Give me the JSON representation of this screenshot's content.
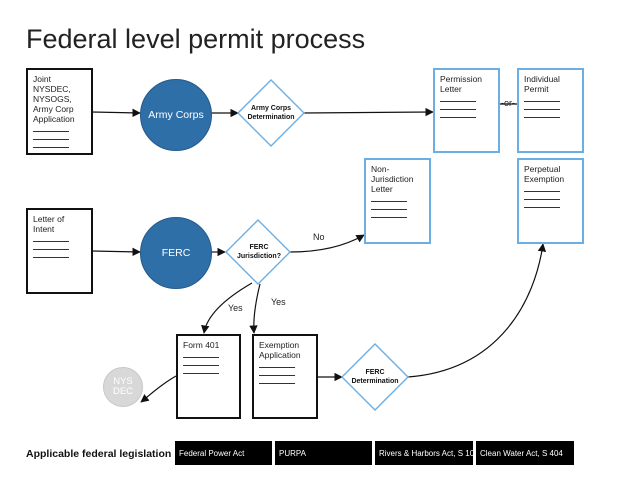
{
  "title": "Federal level permit process",
  "documents": {
    "joint_application": {
      "label": "Joint NYSDEC, NYSOGS, Army Corp Application",
      "rules": 3
    },
    "letter_of_intent": {
      "label": "Letter of Intent",
      "rules": 3
    },
    "permission_letter": {
      "label": "Permission Letter",
      "rules": 3
    },
    "individual_permit": {
      "label": "Individual Permit",
      "rules": 3
    },
    "non_jurisdiction_letter": {
      "label": "Non-Jurisdiction Letter",
      "rules": 3
    },
    "perpetual_exemption": {
      "label": "Perpetual Exemption",
      "rules": 3
    },
    "form_401": {
      "label": "Form 401",
      "rules": 3
    },
    "exemption_application": {
      "label": "Exemption Application",
      "rules": 3
    }
  },
  "agencies": {
    "army_corps": "Army Corps",
    "ferc": "FERC",
    "nys_dec": "NYS DEC"
  },
  "decisions": {
    "army_corps_determination": "Army Corps Determination",
    "ferc_jurisdiction": "FERC Jurisdiction?",
    "ferc_determination": "FERC Determination"
  },
  "edge_labels": {
    "or": "-or-",
    "no": "No",
    "yes_form": "Yes",
    "yes_exemption": "Yes"
  },
  "legend": {
    "title": "Applicable federal legislation",
    "items": [
      "Federal Power Act",
      "PURPA",
      "Rivers & Harbors Act, S 10",
      "Clean Water Act, S 404"
    ]
  },
  "colors": {
    "agency_fill": "#2f6fa8",
    "document_border_blue": "#6aaee4",
    "diamond_border": "#6aaee4",
    "nys_dec_fill": "#d8d8d8"
  }
}
